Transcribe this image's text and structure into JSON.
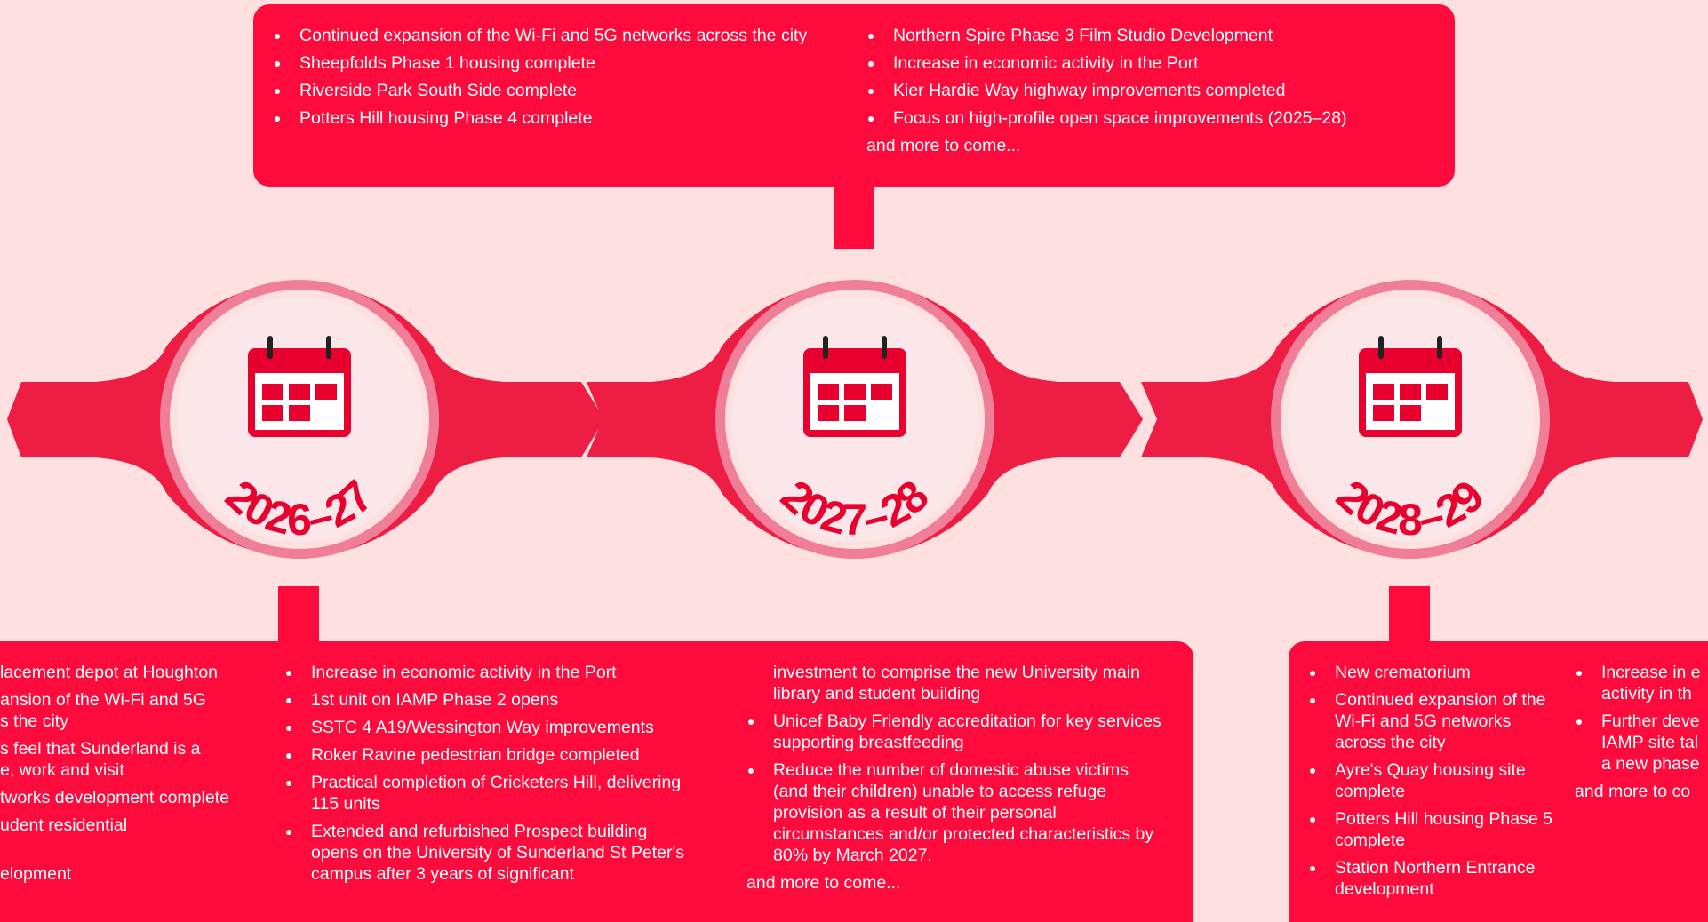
{
  "colors": {
    "background": "#fde0df",
    "panel": "#ff0a3c",
    "band": "#ee1d43",
    "ring": "#f07e98",
    "disc": "#fbe7e9",
    "year_text": "#e8002f"
  },
  "icon": "calendar-icon",
  "timeline": {
    "years": [
      "2026–27",
      "2027–28",
      "2028–29"
    ]
  },
  "top_panel": {
    "col1": [
      "Continued expansion of the Wi-Fi and 5G networks across the city",
      "Sheepfolds Phase 1 housing complete",
      "Riverside Park South Side complete",
      "Potters Hill housing Phase 4 complete"
    ],
    "col2": [
      "Northern Spire Phase 3 Film Studio Development",
      "Increase in economic activity in the Port",
      "Kier Hardie Way highway improvements completed",
      "Focus on high-profile open space improvements (2025–28)"
    ],
    "more": "and more to come..."
  },
  "bottom_left_panel": {
    "col1": [
      "lacement depot at Houghton",
      "ansion of the Wi-Fi and 5G",
      "s the city",
      "s feel that Sunderland is a",
      "e, work and visit",
      "tworks development complete",
      "udent residential",
      "elopment"
    ],
    "col2": [
      "Increase in economic activity in the Port",
      "1st unit on IAMP Phase 2 opens",
      "SSTC 4 A19/Wessington Way improvements",
      "Roker Ravine pedestrian bridge completed",
      "Practical completion of Cricketers Hill, delivering 115 units",
      "Extended and refurbished Prospect building opens on the University of Sunderland St Peter's campus after 3 years of significant"
    ],
    "col3_continuation": "investment to comprise the new University main library and student building",
    "col3": [
      "Unicef Baby Friendly accreditation for key services supporting breastfeeding",
      "Reduce the number of domestic abuse victims (and their children) unable to access refuge provision as a result of their personal circumstances and/or protected characteristics by 80% by March 2027."
    ],
    "more": "and more to come..."
  },
  "bottom_right_panel": {
    "col1": [
      "New crematorium",
      "Continued expansion of the Wi-Fi and 5G networks across the city",
      "Ayre's Quay housing site complete",
      "Potters Hill housing Phase 5 complete",
      "Station Northern Entrance development"
    ],
    "col2": [
      "Increase in e activity in th",
      "Further deve IAMP site tal a new phase"
    ],
    "more": "and more to co"
  }
}
